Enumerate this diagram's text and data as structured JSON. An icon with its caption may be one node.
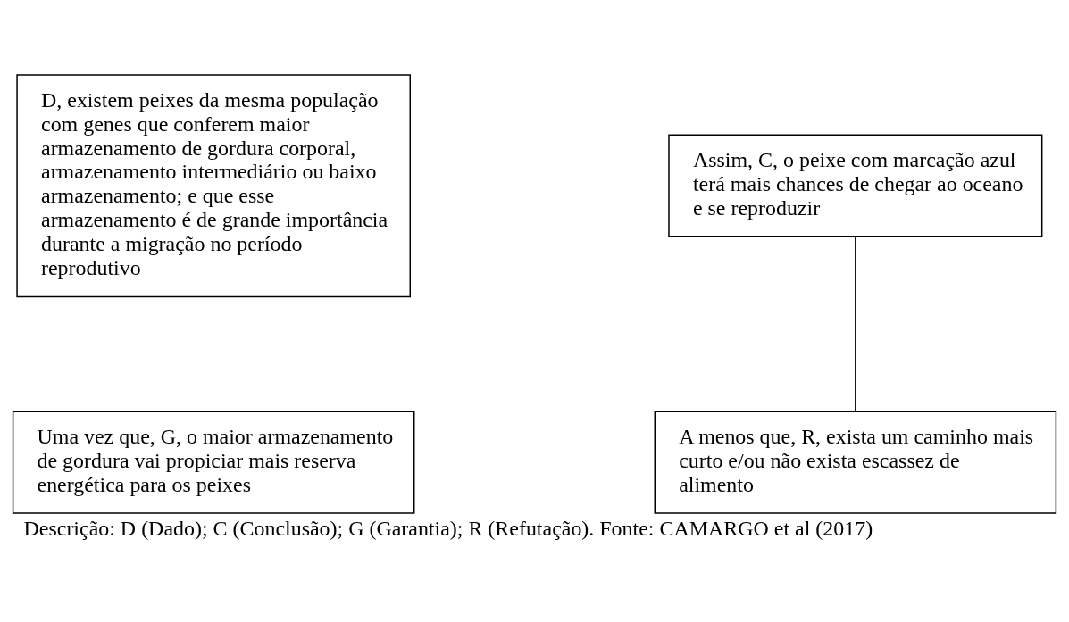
{
  "diagram": {
    "caption": "Descrição: D (Dado); C (Conclusão); G (Garantia); R (Refutação). Fonte: CAMARGO et al (2017)",
    "nodes": [
      {
        "text": [
          "D, existem peixes da mesma população com genes que conferem maior armazenamento de gordura corporal, armazenamento intermediário ou baixo armazenamento; e que esse armazenamento é de grande importância durante a migração no período reprodutivo"
        ]
      },
      {
        "text": [
          "Assim, C, o peixe com marcação azul terá mais chances de chegar ao oceano e se reproduzir"
        ]
      },
      {
        "text": [
          "Uma vez que, G, o maior armazenamento de gordura vai propiciar mais reserva energética para os peixes"
        ]
      },
      {
        "text": [
          "A menos que, R, exista um caminho mais curto e/ou não exista escassez de alimento"
        ]
      }
    ],
    "edges": [
      {
        "from": 1,
        "to": 3,
        "arrow": "none"
      }
    ]
  }
}
